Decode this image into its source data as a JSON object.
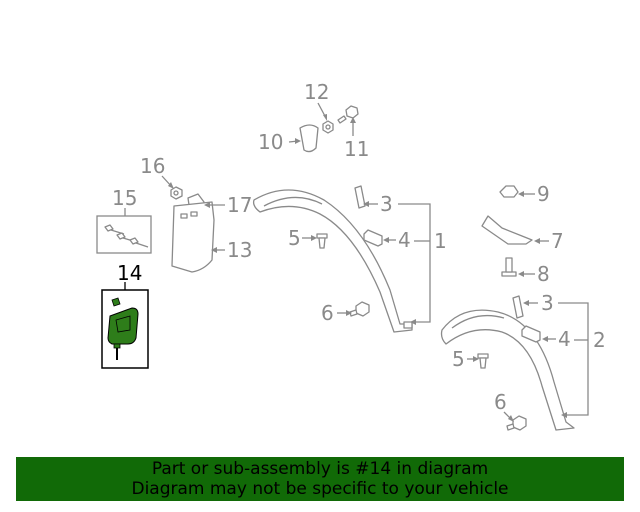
{
  "diagram": {
    "callouts": {
      "c1": "1",
      "c2": "2",
      "c3a": "3",
      "c3b": "3",
      "c4a": "4",
      "c4b": "4",
      "c5a": "5",
      "c5b": "5",
      "c6a": "6",
      "c6b": "6",
      "c7": "7",
      "c8": "8",
      "c9": "9",
      "c10": "10",
      "c11": "11",
      "c12": "12",
      "c13": "13",
      "c14": "14",
      "c15": "15",
      "c16": "16",
      "c17": "17"
    },
    "highlight_color": "#2e7d1a",
    "line_color": "#8a8a8a"
  },
  "banner": {
    "line1": "Part or sub-assembly is #14 in diagram",
    "line2": "Diagram may not be specific to your vehicle",
    "background": "#116a07"
  }
}
